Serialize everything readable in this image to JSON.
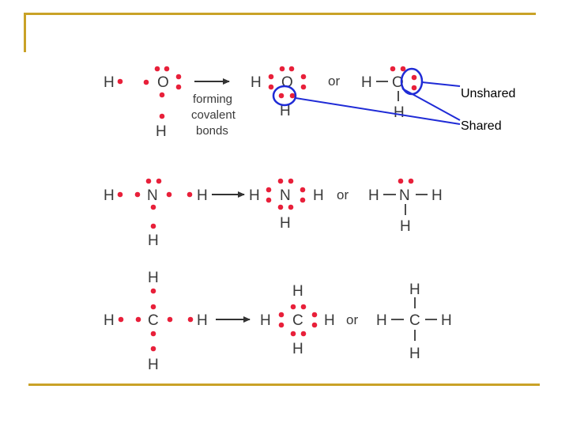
{
  "colors": {
    "frame_gold": "#c9a227",
    "electron_red": "#e8203a",
    "atom_text": "#3a3a3a",
    "highlight_blue": "#1f2bd6"
  },
  "rows": {
    "water": {
      "reactant": {
        "h1": "H",
        "o": "O",
        "h2": "H"
      },
      "arrow_caption": [
        "forming",
        "covalent",
        "bonds"
      ],
      "lewis": {
        "h_left": "H",
        "o": "O",
        "h_bottom": "H"
      },
      "or": "or",
      "structural": {
        "h_left": "H",
        "o": "O",
        "h_bottom": "H"
      }
    },
    "ammonia": {
      "reactant": {
        "h_left": "H",
        "n": "N",
        "h_right": "H",
        "h_bottom": "H"
      },
      "lewis": {
        "h_left": "H",
        "n": "N",
        "h_right": "H",
        "h_bottom": "H"
      },
      "or": "or",
      "structural": {
        "h_left": "H",
        "n": "N",
        "h_right": "H",
        "h_bottom": "H"
      }
    },
    "methane": {
      "reactant": {
        "h_top": "H",
        "h_left": "H",
        "c": "C",
        "h_right": "H",
        "h_bottom": "H"
      },
      "lewis": {
        "h_top": "H",
        "h_left": "H",
        "c": "C",
        "h_right": "H",
        "h_bottom": "H"
      },
      "or": "or",
      "structural": {
        "h_top": "H",
        "h_left": "H",
        "c": "C",
        "h_right": "H",
        "h_bottom": "H"
      }
    }
  },
  "callouts": {
    "unshared": "Unshared",
    "shared": "Shared"
  }
}
